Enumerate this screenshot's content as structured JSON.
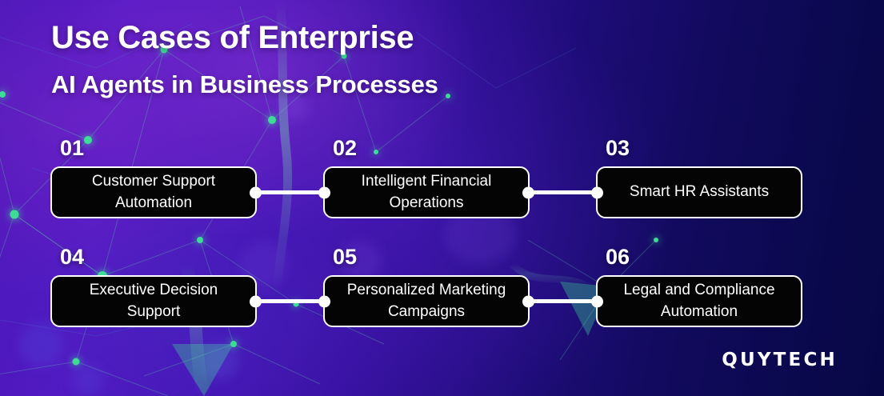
{
  "header": {
    "title_line1": "Use Cases of Enterprise",
    "title_line2": "AI Agents in Business Processes"
  },
  "branding": {
    "logo_text": "QUYTECH"
  },
  "theme": {
    "card_background": "#040404",
    "card_border": "#ffffff",
    "text_color": "#ffffff",
    "node_green": "#3ddc97",
    "bg_purple": "#5318c4",
    "bg_navy": "#080745"
  },
  "cards": [
    {
      "number": "01",
      "label": "Customer Support\nAutomation",
      "label_line1": "Customer Support",
      "label_line2": "Automation"
    },
    {
      "number": "02",
      "label": "Intelligent Financial\nOperations",
      "label_line1": "Intelligent Financial",
      "label_line2": "Operations"
    },
    {
      "number": "03",
      "label": "Smart HR Assistants",
      "label_line1": "Smart HR Assistants",
      "label_line2": ""
    },
    {
      "number": "04",
      "label": "Executive Decision\nSupport",
      "label_line1": "Executive Decision",
      "label_line2": "Support"
    },
    {
      "number": "05",
      "label": "Personalized Marketing\nCampaigns",
      "label_line1": "Personalized Marketing",
      "label_line2": "Campaigns"
    },
    {
      "number": "06",
      "label": "Legal and Compliance\nAutomation",
      "label_line1": "Legal and Compliance",
      "label_line2": "Automation"
    }
  ],
  "connectors": [
    {
      "from": "01",
      "to": "02"
    },
    {
      "from": "02",
      "to": "03"
    },
    {
      "from": "04",
      "to": "05"
    },
    {
      "from": "05",
      "to": "06"
    }
  ]
}
